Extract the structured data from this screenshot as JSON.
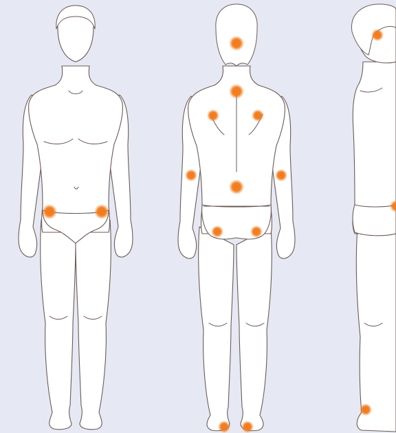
{
  "colors": {
    "background": "#e6e9f4",
    "body_fill": "#ffffff",
    "outline": "#6b5a55",
    "marker": "#f27a1a"
  },
  "figures": [
    {
      "view": "front",
      "points": [
        {
          "name": "left-hip-point"
        },
        {
          "name": "right-hip-point"
        }
      ]
    },
    {
      "view": "back",
      "points": [
        {
          "name": "occiput-point"
        },
        {
          "name": "lower-neck-point"
        },
        {
          "name": "left-shoulder-blade-point"
        },
        {
          "name": "right-shoulder-blade-point"
        },
        {
          "name": "left-elbow-point"
        },
        {
          "name": "right-elbow-point"
        },
        {
          "name": "lower-back-point"
        },
        {
          "name": "left-buttock-point"
        },
        {
          "name": "right-buttock-point"
        },
        {
          "name": "left-heel-point"
        },
        {
          "name": "right-heel-point"
        }
      ]
    },
    {
      "view": "side",
      "points": [
        {
          "name": "side-head-point"
        },
        {
          "name": "side-hip-point"
        },
        {
          "name": "side-heel-point"
        }
      ]
    }
  ]
}
